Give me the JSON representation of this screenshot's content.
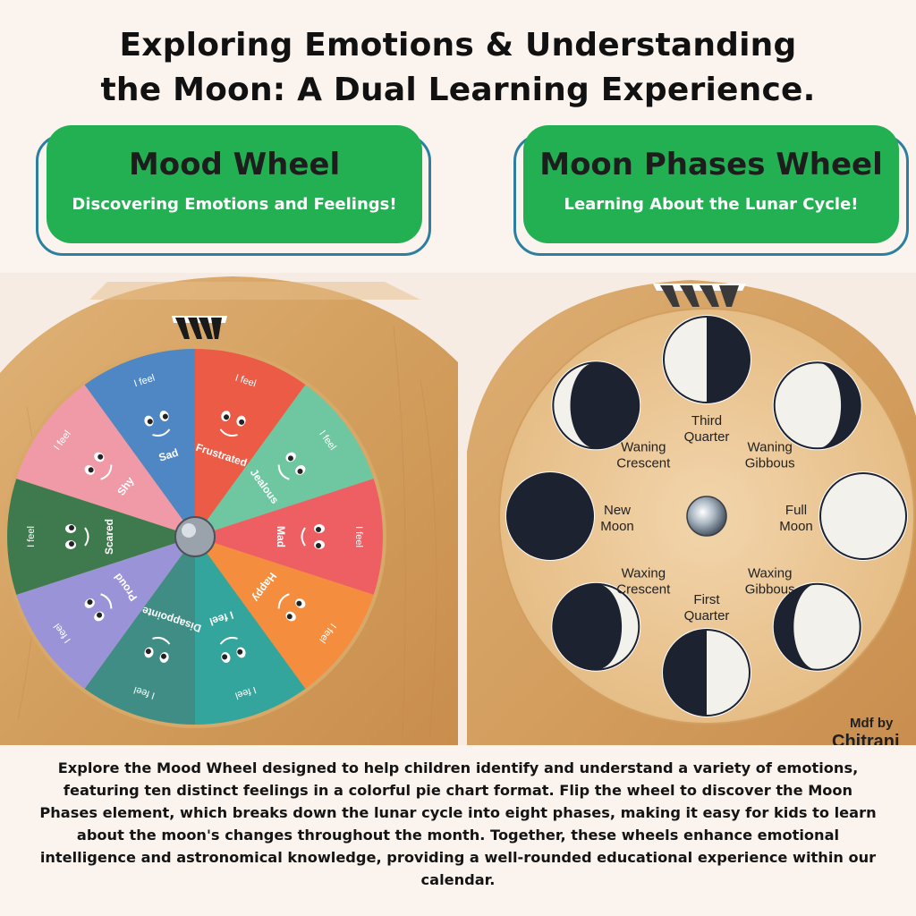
{
  "title": {
    "line1": "Exploring Emotions & Understanding",
    "line2": "the Moon: A Dual Learning Experience."
  },
  "mood_badge": {
    "heading": "Mood Wheel",
    "subheading": "Discovering Emotions and Feelings!"
  },
  "moon_badge": {
    "heading": "Moon Phases Wheel",
    "subheading": "Learning About the Lunar Cycle!"
  },
  "mood_wheel": {
    "prefix": "I feel",
    "emotions": [
      {
        "label": "Shy",
        "color": "#ef9aa6"
      },
      {
        "label": "Sad",
        "color": "#4f87c4"
      },
      {
        "label": "Frustrated",
        "color": "#ec5b46"
      },
      {
        "label": "Jealous",
        "color": "#6fc7a1"
      },
      {
        "label": "Mad",
        "color": "#ee5f64"
      },
      {
        "label": "Happy",
        "color": "#f58d3e"
      },
      {
        "label": "I feel",
        "color": "#34a59c"
      },
      {
        "label": "Disappointed",
        "color": "#3f8d84"
      },
      {
        "label": "Proud",
        "color": "#9b93d8"
      },
      {
        "label": "Scared",
        "color": "#3f7a4f"
      }
    ]
  },
  "moon_wheel": {
    "phases": [
      {
        "label_line1": "Third",
        "label_line2": "Quarter"
      },
      {
        "label_line1": "Waning",
        "label_line2": "Gibbous"
      },
      {
        "label_line1": "Full",
        "label_line2": "Moon"
      },
      {
        "label_line1": "Waxing",
        "label_line2": "Gibbous"
      },
      {
        "label_line1": "First",
        "label_line2": "Quarter"
      },
      {
        "label_line1": "Waxing",
        "label_line2": "Crescent"
      },
      {
        "label_line1": "New",
        "label_line2": "Moon"
      },
      {
        "label_line1": "Waning",
        "label_line2": "Crescent"
      }
    ],
    "maker_line1": "Mdf by",
    "maker_line2": "Chitrani"
  },
  "description": "Explore the Mood Wheel designed to help children identify and understand a variety of emotions, featuring ten distinct feelings in a colorful pie chart format. Flip the wheel to discover the Moon Phases element, which breaks down the lunar cycle into eight phases, making it easy for kids to learn about the moon's changes throughout the month. Together, these wheels enhance emotional intelligence and astronomical knowledge, providing a well-rounded educational experience within our calendar."
}
